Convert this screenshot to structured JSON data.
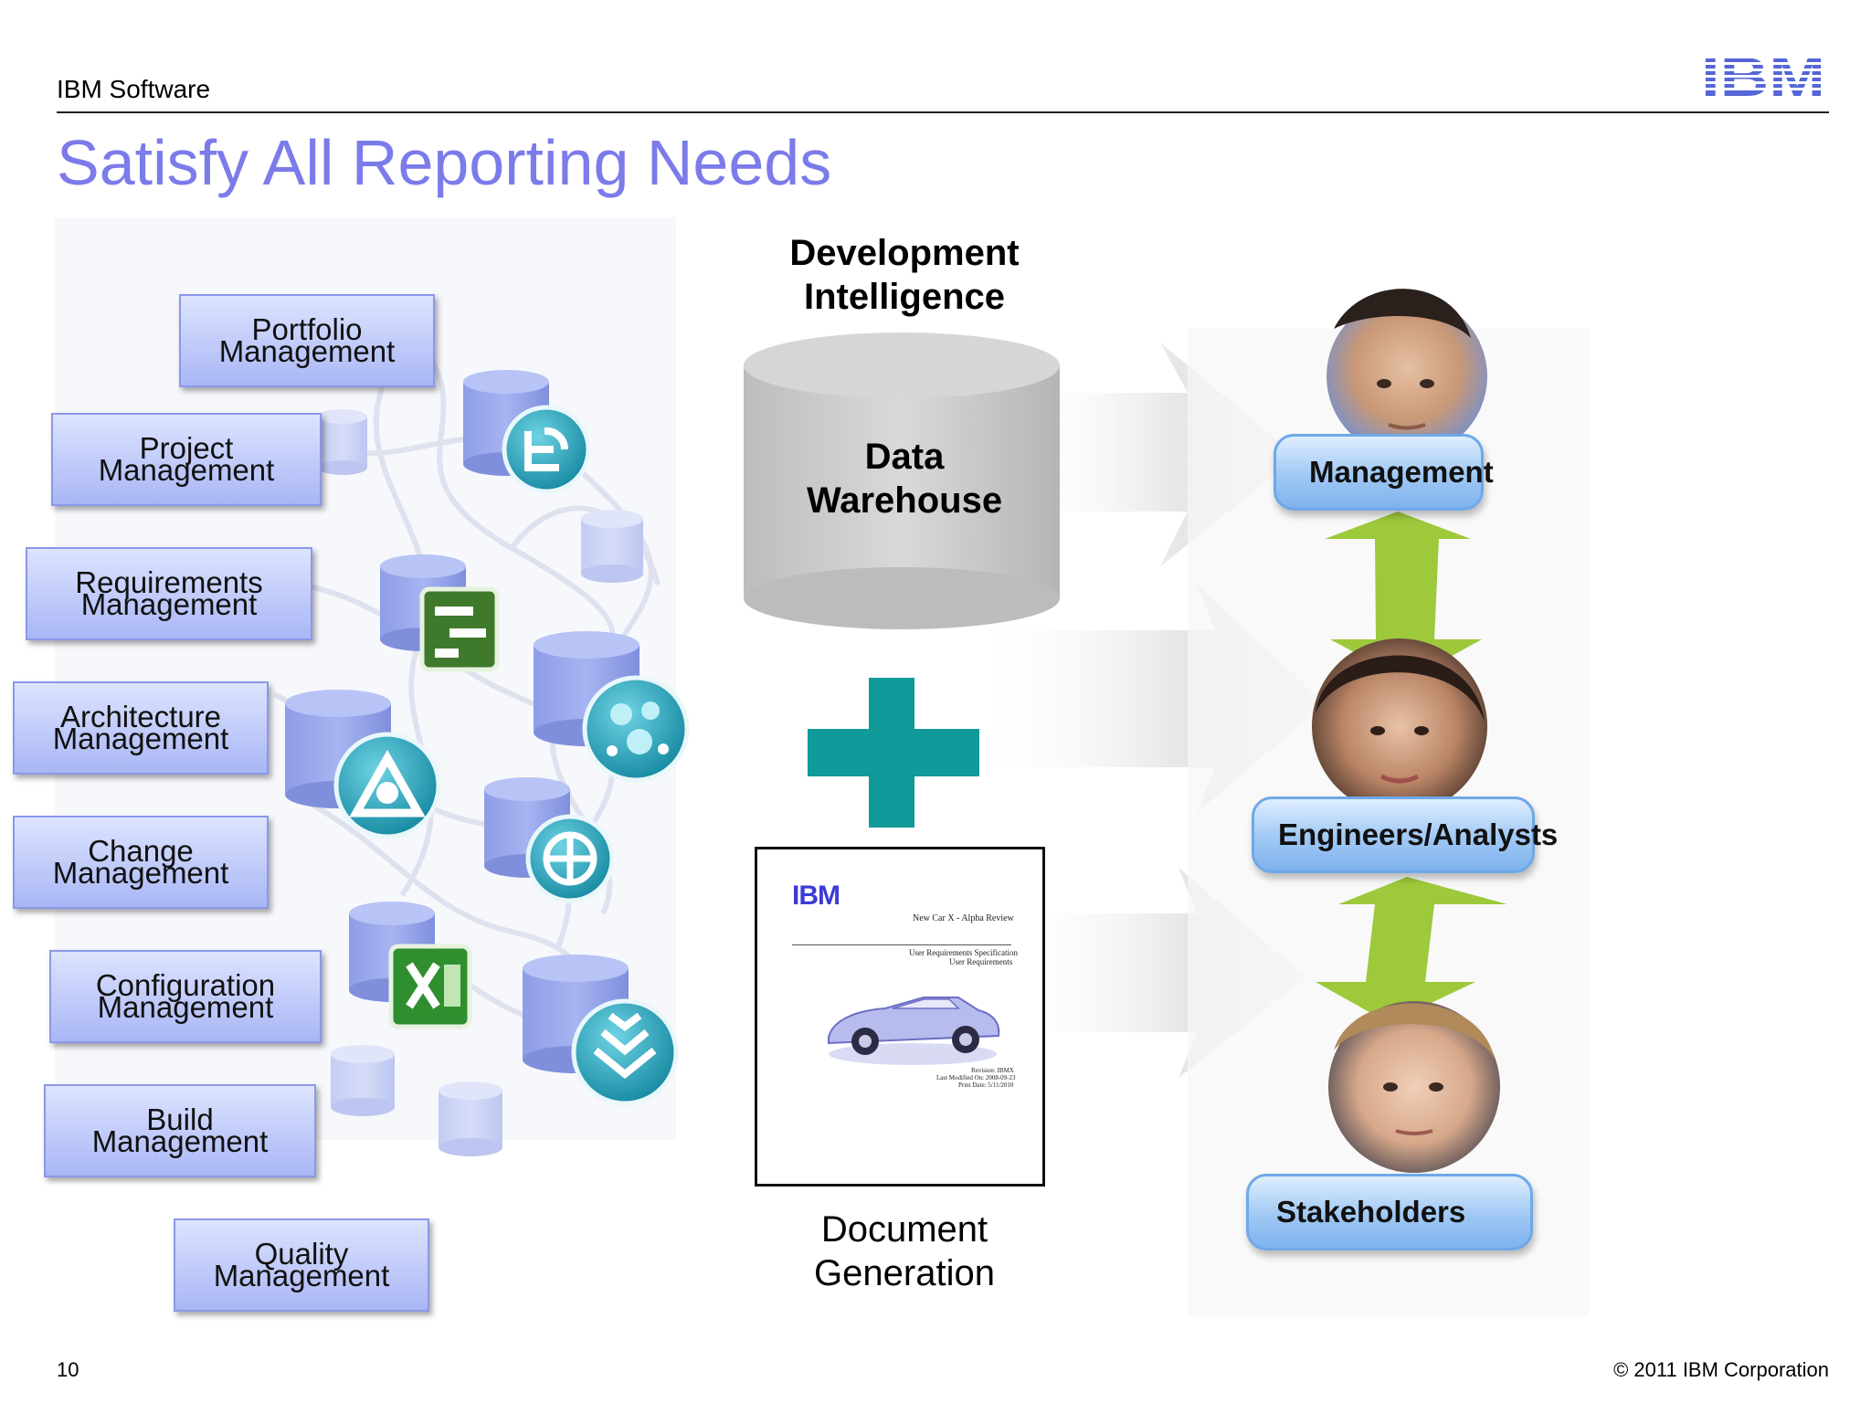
{
  "header": {
    "label": "IBM Software",
    "logo_text": "IBM"
  },
  "title": "Satisfy All Reporting Needs",
  "management_boxes": [
    {
      "line1": "Portfolio",
      "line2": "Management"
    },
    {
      "line1": "Project",
      "line2": "Management"
    },
    {
      "line1": "Requirements",
      "line2": "Management"
    },
    {
      "line1": "Architecture",
      "line2": "Management"
    },
    {
      "line1": "Change",
      "line2": "Management"
    },
    {
      "line1": "Configuration",
      "line2": "Management"
    },
    {
      "line1": "Build",
      "line2": "Management"
    },
    {
      "line1": "Quality",
      "line2": "Management"
    }
  ],
  "center": {
    "dev_intel_line1": "Development",
    "dev_intel_line2": "Intelligence",
    "warehouse_line1": "Data",
    "warehouse_line2": "Warehouse",
    "doc_gen_line1": "Document",
    "doc_gen_line2": "Generation"
  },
  "document": {
    "logo": "IBM",
    "title": "New Car X - Alpha Review",
    "spec_line1": "User Requirements Specification",
    "spec_line2": "User Requirements",
    "meta_line1": "Revision: IBMX",
    "meta_line2": "Last Modified On: 2008-09-23",
    "meta_line3": "Print Date: 5/11/2010"
  },
  "roles": [
    {
      "label": "Management"
    },
    {
      "label": "Engineers/Analysts"
    },
    {
      "label": "Stakeholders"
    }
  ],
  "footer": {
    "page_number": "10",
    "copyright": "© 2011 IBM Corporation"
  },
  "colors": {
    "title": "#7b7bea",
    "box_fill": "#b6c2f7",
    "plus": "#119a9a",
    "arrow": "#9dc93b",
    "role_pill": "#9fc8f4",
    "ibm_logo": "#5566d6"
  },
  "icons": [
    "ibm-logo-icon",
    "cylinder-icon",
    "plus-icon",
    "double-arrow-icon",
    "person-avatar-icon"
  ]
}
